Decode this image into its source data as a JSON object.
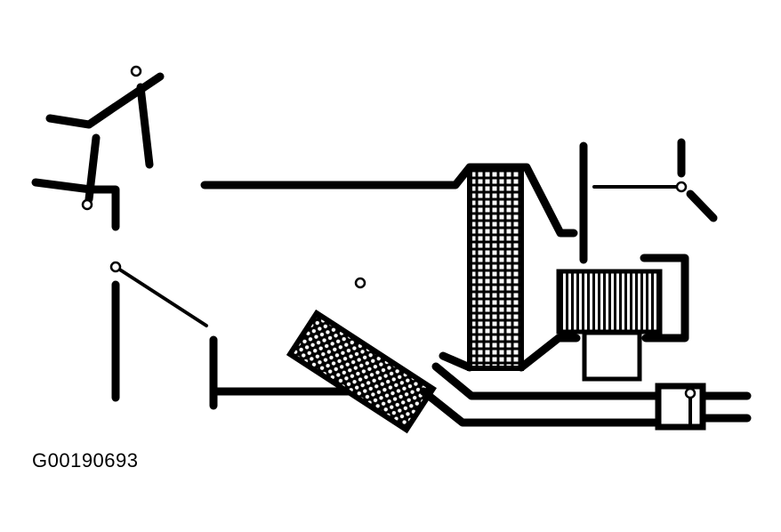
{
  "figure": {
    "id_label": "G00190693"
  },
  "colors": {
    "line": "#000000",
    "background": "#ffffff"
  },
  "components": [
    "mode-door-upper",
    "mode-door-middle",
    "air-mix-door",
    "heater-core",
    "evaporator-core",
    "blower-fan",
    "recirc-door",
    "coolant-valve"
  ]
}
